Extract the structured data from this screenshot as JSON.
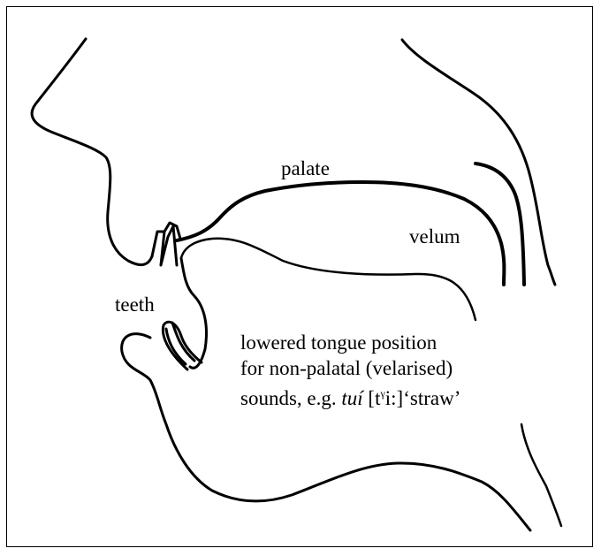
{
  "labels": {
    "palate": "palate",
    "velum": "velum",
    "teeth": "teeth"
  },
  "caption": {
    "line1": "lowered tongue position",
    "line2": "for non-palatal (velarised)",
    "line3_prefix": "sounds, e.g. ",
    "line3_word": "tuí",
    "line3_ipa_open": " [t",
    "line3_ipa_sup": "γ",
    "line3_ipa_close": "i:]",
    "line3_gloss": "‘straw’"
  },
  "colors": {
    "stroke": "#000000",
    "background": "#ffffff"
  }
}
